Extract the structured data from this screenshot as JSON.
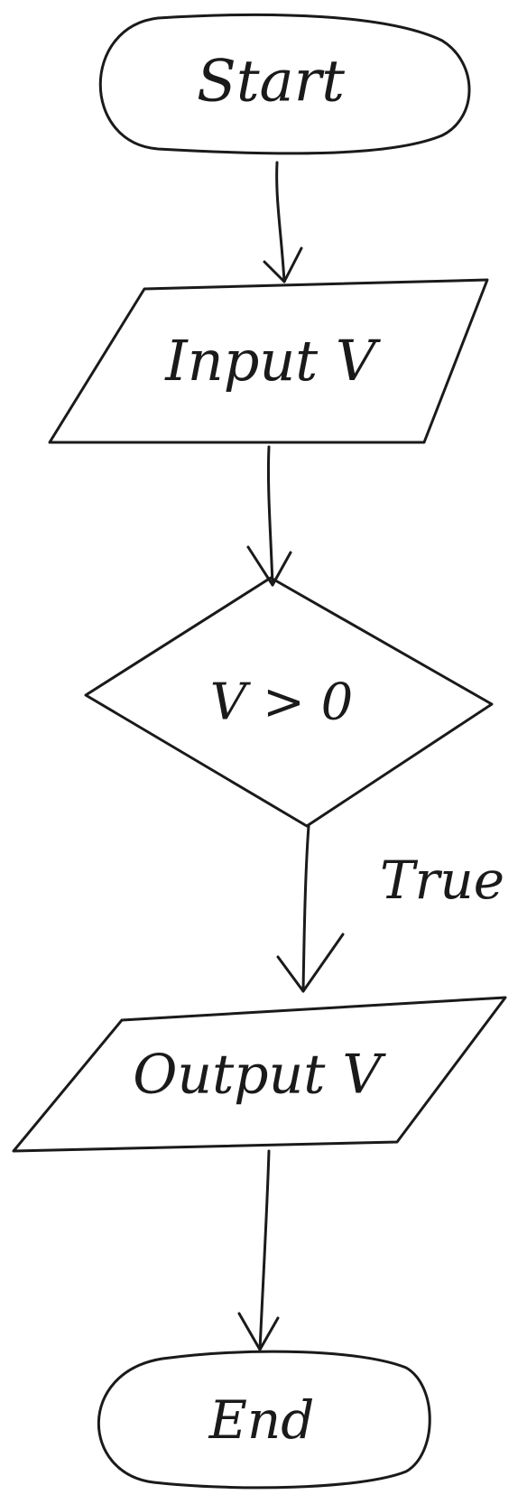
{
  "nodes": {
    "start": {
      "shape": "terminator",
      "label": "Start"
    },
    "input": {
      "shape": "parallelogram",
      "label": "Input V"
    },
    "decision": {
      "shape": "diamond",
      "label": "V > 0"
    },
    "output": {
      "shape": "parallelogram",
      "label": "Output V"
    },
    "end": {
      "shape": "terminator",
      "label": "End"
    }
  },
  "edges": [
    {
      "from": "start",
      "to": "input"
    },
    {
      "from": "input",
      "to": "decision"
    },
    {
      "from": "decision",
      "to": "output",
      "label": "True"
    },
    {
      "from": "output",
      "to": "end"
    }
  ],
  "colors": {
    "ink": "#1a1a1a",
    "background": "#ffffff"
  }
}
